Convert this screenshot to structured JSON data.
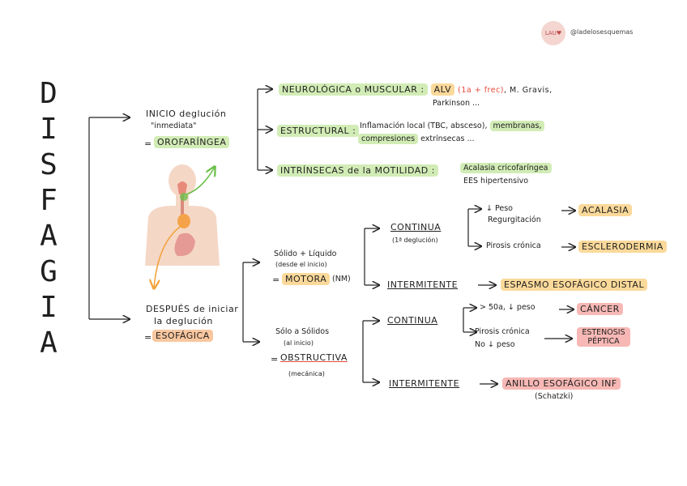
{
  "header": {
    "logo_text": "LAU♥",
    "handle": "@ladelosesquemas"
  },
  "title_letters": [
    "D",
    "I",
    "S",
    "F",
    "A",
    "G",
    "I",
    "A"
  ],
  "oro": {
    "inicio_l1": "INICIO deglución",
    "inicio_l2": "\"inmediata\"",
    "eq": "=",
    "label": "OROFARÍNGEA",
    "neuro": "NEUROLÓGICA o MUSCULAR :",
    "neuro_alv": "ALV",
    "neuro_paren": "(1a + frec)",
    "neuro_rest": ", M. Gravis,",
    "neuro_l2": "Parkinson ...",
    "estructural": "ESTRUCTURAL :",
    "estr_t1": "Inflamación local (TBC, absceso),",
    "estr_memb": "membranas,",
    "estr_comp": "compresiones",
    "estr_t2": "extrínsecas ...",
    "intrinsecas": "INTRÍNSECAS de la MOTILIDAD :",
    "intr_acal": "Acalasia cricofaríngea",
    "intr_ees": "EES hipertensivo"
  },
  "eso": {
    "despues_l1": "DESPUÉS de iniciar",
    "despues_l2": "la deglución",
    "eq": "=",
    "label": "ESOFÁGICA",
    "motora_l1": "Sólido + Líquido",
    "motora_l2": "(desde el inicio)",
    "motora_eq": "=",
    "motora": "MOTORA",
    "motora_abbr": "(NM)",
    "cont1": "CONTINUA",
    "cont1_sub": "(1ª deglución)",
    "c1_a_l1": "↓ Peso",
    "c1_a_l2": "Regurgitación",
    "acalasia": "ACALASIA",
    "c1_b": "Pirosis crónica",
    "escleroderm": "ESCLERODERMIA",
    "inter1": "INTERMITENTE",
    "espasmo": "ESPASMO ESOFÁGICO DISTAL",
    "obs_l1": "Sólo a Sólidos",
    "obs_l2": "(al inicio)",
    "obs_eq": "=",
    "obstructiva": "OBSTRUCTIVA",
    "mecanica": "(mecánica)",
    "cont2": "CONTINUA",
    "c2_a": "> 50a, ↓ peso",
    "cancer": "CÁNCER",
    "c2_b_l1": "Pirosis crónica",
    "c2_b_l2": "No ↓ peso",
    "estenosis_l1": "ESTENOSIS",
    "estenosis_l2": "PÉPTICA",
    "inter2": "INTERMITENTE",
    "anillo": "ANILLO ESOFÁGICO INF",
    "schatzki": "(Schatzki)"
  },
  "colors": {
    "green": "#d2ecb6",
    "yellow": "#fbd99a",
    "pink": "#f7b8b5",
    "orange": "#f9c79f",
    "accent_arrow_green": "#6cc04a",
    "accent_arrow_orange": "#f2a33a"
  },
  "icons": [
    "digestive-system-illustration"
  ]
}
